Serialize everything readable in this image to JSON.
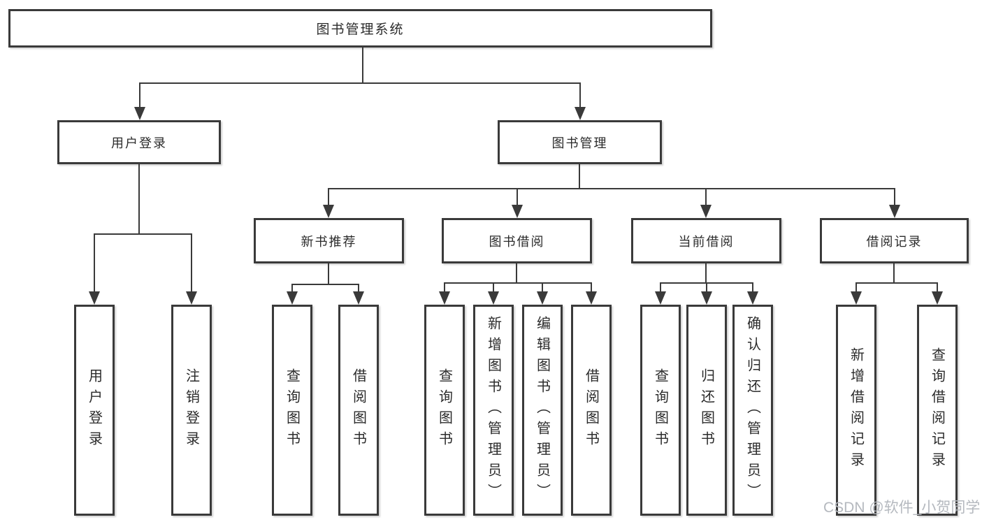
{
  "diagram": {
    "title_node": {
      "label": "图书管理系统"
    },
    "level2": [
      {
        "label": "用户登录"
      },
      {
        "label": "图书管理"
      }
    ],
    "level3": [
      {
        "label": "新书推荐"
      },
      {
        "label": "图书借阅"
      },
      {
        "label": "当前借阅"
      },
      {
        "label": "借阅记录"
      }
    ],
    "leaves": [
      {
        "label": "用户登录"
      },
      {
        "label": "注销登录"
      },
      {
        "label": "查询图书"
      },
      {
        "label": "借阅图书"
      },
      {
        "label": "查询图书"
      },
      {
        "label": "新增图书（管理员）"
      },
      {
        "label": "编辑图书（管理员）"
      },
      {
        "label": "借阅图书"
      },
      {
        "label": "查询图书"
      },
      {
        "label": "归还图书"
      },
      {
        "label": "确认归还（管理员）"
      },
      {
        "label": "新增借阅记录"
      },
      {
        "label": "查询借阅记录"
      }
    ],
    "watermark": "CSDN @软件_小贺同学",
    "colors": {
      "line": "#3a3a3a",
      "text": "#2b2b2b",
      "watermark": "#b5b9bf",
      "background": "#ffffff"
    }
  }
}
